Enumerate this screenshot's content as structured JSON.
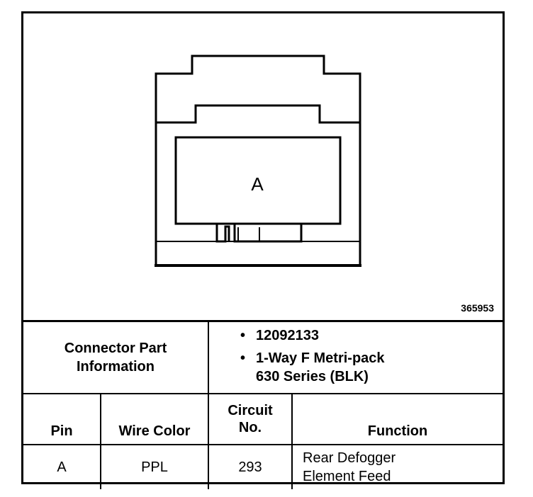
{
  "diagram": {
    "cavity_label": "A",
    "figure_number": "365953"
  },
  "connector_part_info": {
    "label_line1": "Connector Part",
    "label_line2": "Information",
    "part_number": "12092133",
    "description_line1": "1-Way F Metri-pack",
    "description_line2": "630 Series (BLK)"
  },
  "table": {
    "headers": {
      "pin": "Pin",
      "wire_color": "Wire Color",
      "circuit_line1": "Circuit",
      "circuit_line2": "No.",
      "function": "Function"
    },
    "rows": [
      {
        "pin": "A",
        "wire_color": "PPL",
        "circuit": "293",
        "function_line1": "Rear Defogger",
        "function_line2": "Element Feed"
      }
    ]
  }
}
